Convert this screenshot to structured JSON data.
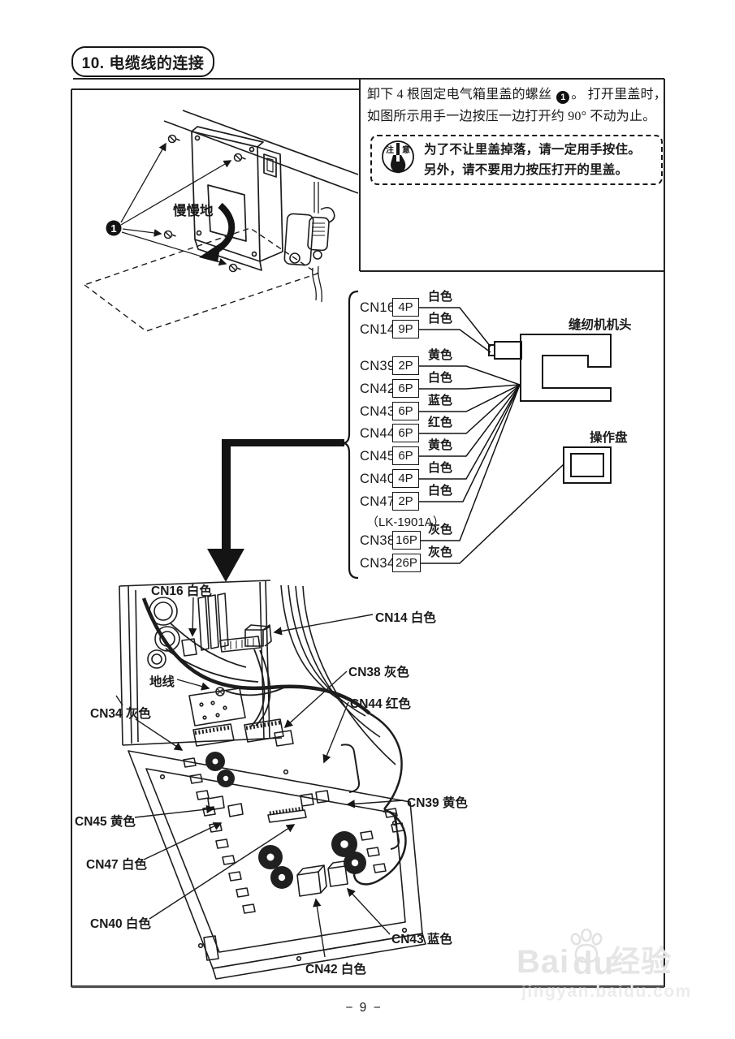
{
  "page": {
    "title": "10. 电缆线的连接",
    "page_number": "− 9 −"
  },
  "instruction": {
    "part1": "卸下 4 根固定电气箱里盖的螺丝 ",
    "marker": "1",
    "part2": "。 打开里盖时，",
    "line2": "如图所示用手一边按压一边打开约 90° 不动为止。"
  },
  "caution": {
    "icon": "caution-finger-icon",
    "line1": "为了不让里盖掉落，请一定用手按住。",
    "line2": "另外，请不要用力按压打开的里盖。"
  },
  "top_diagram": {
    "slowly_label": "慢慢地",
    "screw_marker": "1"
  },
  "connector_chart": {
    "machine_head_label": "缝纫机机头",
    "panel_label": "操作盘",
    "lk_note": "（LK-1901A）",
    "rows": [
      {
        "name": "CN16",
        "pins": "4P",
        "color": "白色",
        "dest": "machine-head"
      },
      {
        "name": "CN14",
        "pins": "9P",
        "color": "白色",
        "dest": "machine-head"
      },
      {
        "name": "CN39",
        "pins": "2P",
        "color": "黄色",
        "dest": "machine-head"
      },
      {
        "name": "CN42",
        "pins": "6P",
        "color": "白色",
        "dest": "machine-head"
      },
      {
        "name": "CN43",
        "pins": "6P",
        "color": "蓝色",
        "dest": "machine-head"
      },
      {
        "name": "CN44",
        "pins": "6P",
        "color": "红色",
        "dest": "machine-head"
      },
      {
        "name": "CN45",
        "pins": "6P",
        "color": "黄色",
        "dest": "machine-head"
      },
      {
        "name": "CN40",
        "pins": "4P",
        "color": "白色",
        "dest": "machine-head"
      },
      {
        "name": "CN47",
        "pins": "2P",
        "color": "白色",
        "dest": "machine-head"
      },
      {
        "name": "CN38",
        "pins": "16P",
        "color": "灰色",
        "dest": "machine-head"
      },
      {
        "name": "CN34",
        "pins": "26P",
        "color": "灰色",
        "dest": "operation-panel"
      }
    ]
  },
  "bottom_diagram": {
    "labels": [
      "CN16 白色",
      "CN14 白色",
      "地线",
      "CN38 灰色",
      "CN44 红色",
      "CN34 灰色",
      "CN45 黄色",
      "CN47 白色",
      "CN40 白色",
      "CN39 黄色",
      "CN43 蓝色",
      "CN42 白色"
    ]
  },
  "watermark": {
    "brand_prefix": "Bai",
    "brand_suffix": "du",
    "brand_cn": "经验",
    "url": "jingyan.baidu.com"
  },
  "colors": {
    "ink": "#1a1a1a",
    "frame": "#2a2a2a",
    "watermark": "#e4e4e4"
  }
}
